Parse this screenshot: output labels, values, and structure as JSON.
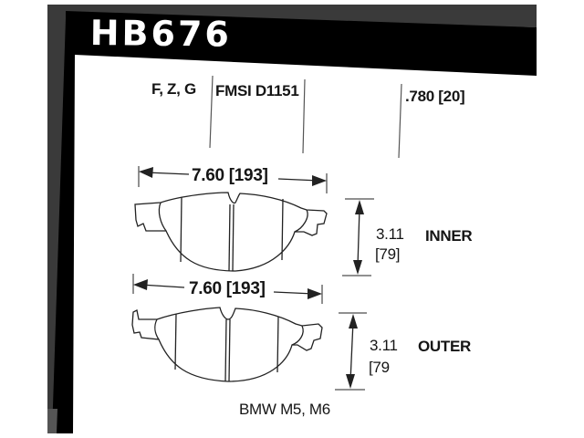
{
  "header": {
    "part_number": "HB676",
    "band_color": "#000000",
    "frame_color": "#3a3a3a"
  },
  "specs": {
    "compounds": "F, Z, G",
    "fmsi": "FMSI D1151",
    "thickness": ".780 [20]"
  },
  "inner_pad": {
    "width_label": "7.60 [193]",
    "height_value": "3.11",
    "height_mm": "[79]",
    "position_label": "INNER"
  },
  "outer_pad": {
    "width_label": "7.60 [193]",
    "height_value": "3.11",
    "height_mm": "[79",
    "position_label": "OUTER"
  },
  "application": "BMW M5, M6"
}
